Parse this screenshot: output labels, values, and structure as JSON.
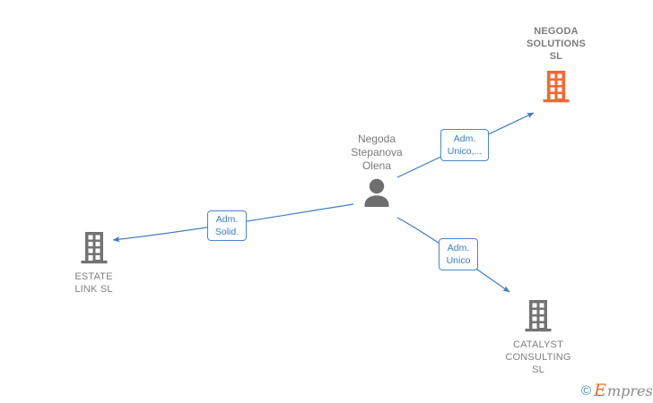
{
  "diagram": {
    "type": "org-relationship-graph",
    "background_color": "#ffffff",
    "person": {
      "name": "Negoda\nStepanova\nOlena",
      "icon": "person-icon",
      "icon_color": "#6e6e6e"
    },
    "companies": [
      {
        "id": "negoda-solutions",
        "name": "NEGODA\nSOLUTIONS\nSL",
        "icon": "building-icon",
        "icon_color": "#fa6432",
        "bold": true,
        "highlighted": true
      },
      {
        "id": "estate-link",
        "name": "ESTATE\nLINK  SL",
        "icon": "building-icon",
        "icon_color": "#737373",
        "bold": false,
        "highlighted": false
      },
      {
        "id": "catalyst-consulting",
        "name": "CATALYST\nCONSULTING\nSL",
        "icon": "building-icon",
        "icon_color": "#737373",
        "bold": false,
        "highlighted": false
      }
    ],
    "edges": [
      {
        "id": "edge-to-negoda-solutions",
        "label": "Adm.\nUnico,...",
        "from": "person",
        "to": "negoda-solutions",
        "color": "#3c7bc4"
      },
      {
        "id": "edge-to-estate-link",
        "label": "Adm.\nSolid.",
        "from": "person",
        "to": "estate-link",
        "color": "#3c7bc4"
      },
      {
        "id": "edge-to-catalyst-consulting",
        "label": "Adm.\nUnico",
        "from": "person",
        "to": "catalyst-consulting",
        "color": "#3c7bc4"
      }
    ],
    "watermark": {
      "copyright": "©",
      "brand_initial": "E",
      "brand_rest": "mpresia"
    }
  }
}
